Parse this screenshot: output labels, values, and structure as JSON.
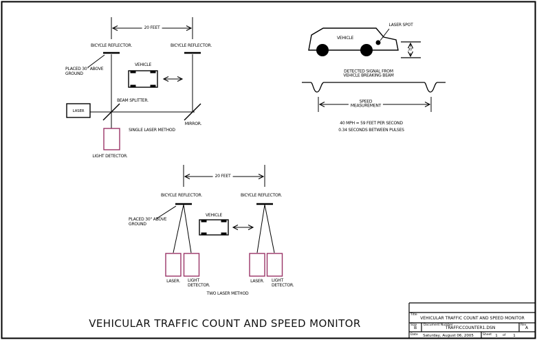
{
  "colors": {
    "line": "#000000",
    "detector_box": "#993366",
    "background": "#ffffff"
  },
  "single_laser": {
    "dim_label": "20 FEET",
    "reflector_left": "BICYCLE REFLECTOR.",
    "reflector_right": "BICYCLE REFLECTOR.",
    "placed_note_line1": "PLACED 30\" ABOVE",
    "placed_note_line2": "GROUND",
    "vehicle_label": "VEHICLE",
    "laser_label": "LASER",
    "beam_splitter_label": "BEAM SPLITTER.",
    "mirror_label": "MIRROR.",
    "light_detector_label": "LIGHT DETECTOR.",
    "method_label": "SINGLE LASER METHOD"
  },
  "profile": {
    "vehicle_label": "VEHICLE",
    "laser_spot_label": "LASER SPOT",
    "height_label": "30\"",
    "signal_caption_line1": "DETECTED SIGNAL FROM",
    "signal_caption_line2": "VEHICLE BREAKING BEAM",
    "speed_label_line1": "SPEED",
    "speed_label_line2": "MEASUREMENT",
    "note1": "40 MPH = 59 FEET PER SECOND",
    "note2": "0.34 SECONDS BETWEEN PULSES"
  },
  "two_laser": {
    "dim_label": "20 FEET",
    "reflector_left": "BICYCLE REFLECTOR.",
    "reflector_right": "BICYCLE REFLECTOR.",
    "placed_note_line1": "PLACED 30\" ABOVE",
    "placed_note_line2": "GROUND",
    "vehicle_label": "VEHICLE",
    "laser1_label": "LASER.",
    "detector1_line1": "LIGHT",
    "detector1_line2": "DETECTOR.",
    "laser2_label": "LASER.",
    "detector2_line1": "LIGHT",
    "detector2_line2": "DETECTOR.",
    "method_label": "TWO LASER METHOD"
  },
  "main_title": "VEHICULAR TRAFFIC COUNT AND SPEED MONITOR",
  "title_block": {
    "title_label": "Title",
    "title": "VEHICULAR TRAFFIC COUNT AND SPEED MONITOR",
    "size_label": "Size",
    "size": "B",
    "doc_label": "Document Number",
    "doc_number": "TRAFFICCOUNTER1.DSN",
    "rev_label": "Rev",
    "rev": "A",
    "date_label": "Date",
    "date": "Saturday, August 06, 2005",
    "sheet_label": "Sheet",
    "sheet": "1",
    "of_label": "of",
    "sheet_total": "1"
  }
}
